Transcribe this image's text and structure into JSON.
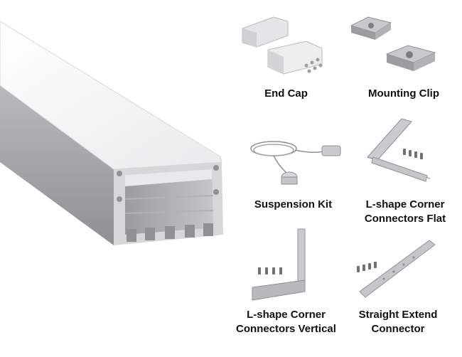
{
  "accessories": [
    {
      "lines": [
        "End Cap"
      ],
      "icon": "end-cap-icon"
    },
    {
      "lines": [
        "Mounting Clip"
      ],
      "icon": "mounting-clip-icon"
    },
    {
      "lines": [
        "Suspension Kit"
      ],
      "icon": "suspension-kit-icon"
    },
    {
      "lines": [
        "L-shape Corner",
        "Connectors Flat"
      ],
      "icon": "l-connector-flat-icon"
    },
    {
      "lines": [
        "L-shape Corner",
        "Connectors Vertical"
      ],
      "icon": "l-connector-vertical-icon"
    },
    {
      "lines": [
        "Straight Extend",
        "Connector"
      ],
      "icon": "straight-connector-icon"
    }
  ],
  "colors": {
    "aluminium": "#a9abaf",
    "diffuser": "#f7f7f7",
    "metal": "#c9cbcf"
  }
}
